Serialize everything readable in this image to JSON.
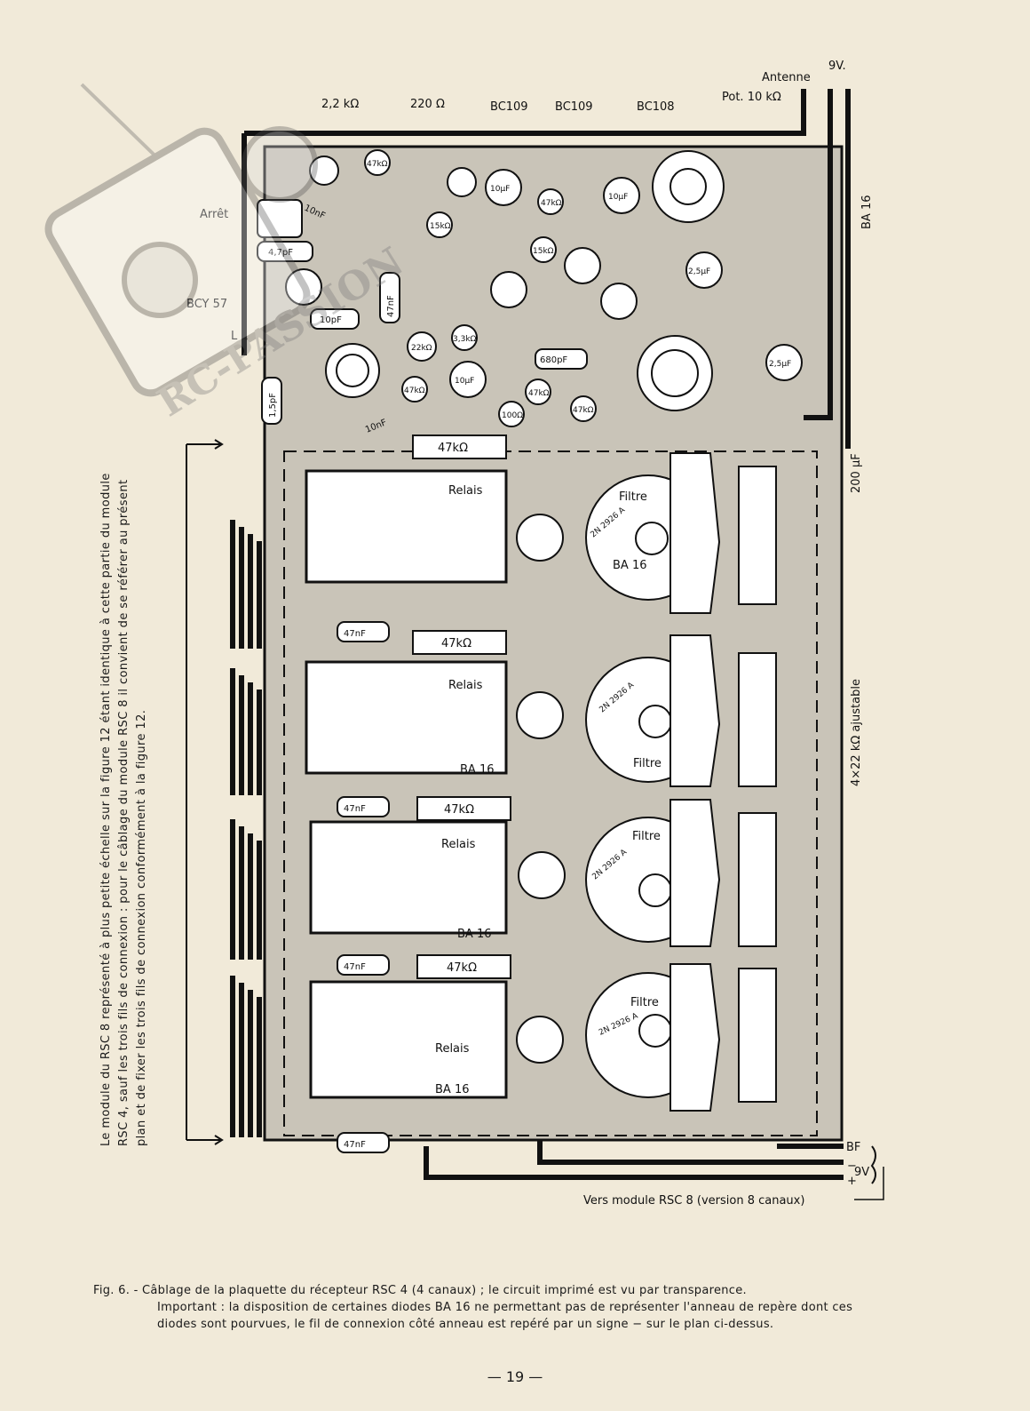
{
  "labels": {
    "r_2k2": "2,2 kΩ",
    "r_220": "220 Ω",
    "t1": "BC109",
    "t2": "BC109",
    "t3": "BC108",
    "pot": "Pot. 10 kΩ",
    "antenne": "Antenne",
    "v9_top": "9V.",
    "arret": "Arrêt",
    "bcy57": "BCY 57",
    "l1": "L 1",
    "ba16_top": "BA 16",
    "c200": "200 µF",
    "adjust": "4×22 kΩ ajustable",
    "bf": "BF",
    "minus": "−",
    "plus": "+",
    "v9_bottom": "9V",
    "vers_module": "Vers module RSC 8  (version 8 canaux)",
    "c_10nf": "10nF",
    "c_47pf": "4,7pF",
    "c_47nf": "47nF",
    "c_10pf": "10pF",
    "c_15pf": "1,5pF",
    "c_680pf": "680pF",
    "c_10uf": "10µF",
    "c_25uf": "2,5µF",
    "r_47k": "47kΩ",
    "r_15k": "15kΩ",
    "r_22k": "22kΩ",
    "r_33k": "3,3kΩ",
    "r_100": "100Ω"
  },
  "channels": [
    {
      "relais": "Relais",
      "filtre": "Filtre",
      "transistor": "2N 2926 A",
      "diode": "BA 16",
      "res": "47kΩ",
      "cap": "47nF"
    },
    {
      "relais": "Relais",
      "filtre": "Filtre",
      "transistor": "2N 2926 A",
      "diode": "BA 16",
      "res": "47kΩ",
      "cap": "47nF"
    },
    {
      "relais": "Relais",
      "filtre": "Filtre",
      "transistor": "2N 2926 A",
      "diode": "BA 16",
      "res": "47kΩ",
      "cap": "47nF"
    },
    {
      "relais": "Relais",
      "filtre": "Filtre",
      "transistor": "2N 2926 A",
      "diode": "BA 16",
      "res": "47kΩ",
      "cap": "47nF"
    }
  ],
  "watermark": "RC-PASSION",
  "side_note": "Le module du RSC 8 représenté à plus petite échelle sur la figure 12 étant identique à cette partie du module RSC 4, sauf les trois fils de connexion : pour le câblage du module RSC 8 il convient de se référer au présent plan et de fixer les trois fils de connexion conformément à la figure 12.",
  "caption": {
    "line1": "Fig. 6. - Câblage de la plaquette du récepteur RSC 4 (4 canaux) ; le circuit imprimé est vu par transparence.",
    "line2": "Important : la disposition de certaines diodes BA 16 ne permettant pas de représenter l'anneau de repère dont ces",
    "line3": "diodes sont pourvues, le fil de connexion côté anneau est repéré par un signe − sur le plan ci-dessus."
  },
  "page_number": "— 19 —"
}
